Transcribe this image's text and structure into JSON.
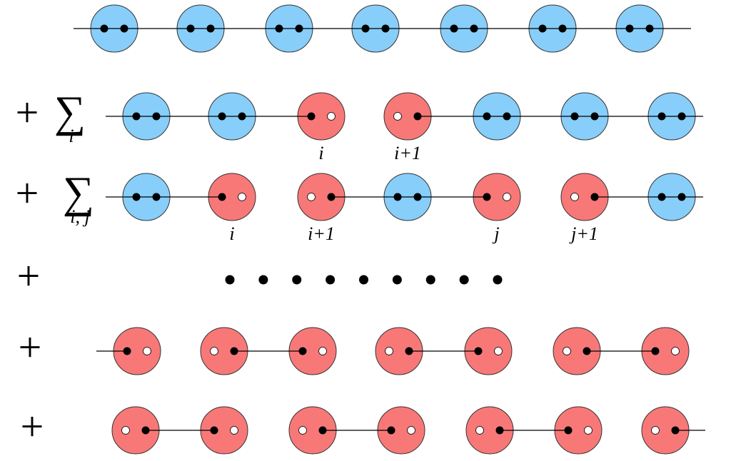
{
  "colors": {
    "blue": "#87cefa",
    "red": "#f87878",
    "outline": "#333333",
    "line": "#000000",
    "dot_filled": "#000000",
    "dot_empty": "#ffffff"
  },
  "symbols": {
    "plus": "+",
    "sum": "∑"
  },
  "rows": [
    {
      "name": "row-1",
      "prefix": "",
      "sum_index": "",
      "atoms": [
        {
          "color": "blue",
          "left": "filled",
          "right": "filled",
          "label": ""
        },
        {
          "color": "blue",
          "left": "filled",
          "right": "filled",
          "label": ""
        },
        {
          "color": "blue",
          "left": "filled",
          "right": "filled",
          "label": ""
        },
        {
          "color": "blue",
          "left": "filled",
          "right": "filled",
          "label": ""
        },
        {
          "color": "blue",
          "left": "filled",
          "right": "filled",
          "label": ""
        },
        {
          "color": "blue",
          "left": "filled",
          "right": "filled",
          "label": ""
        },
        {
          "color": "blue",
          "left": "filled",
          "right": "filled",
          "label": ""
        }
      ]
    },
    {
      "name": "row-2",
      "prefix": "+",
      "sum_index": "i",
      "atoms": [
        {
          "color": "blue",
          "left": "filled",
          "right": "filled",
          "label": ""
        },
        {
          "color": "blue",
          "left": "filled",
          "right": "filled",
          "label": ""
        },
        {
          "color": "red",
          "left": "filled",
          "right": "empty",
          "label": "i"
        },
        {
          "color": "red",
          "left": "empty",
          "right": "filled",
          "label": "i+1"
        },
        {
          "color": "blue",
          "left": "filled",
          "right": "filled",
          "label": ""
        },
        {
          "color": "blue",
          "left": "filled",
          "right": "filled",
          "label": ""
        },
        {
          "color": "blue",
          "left": "filled",
          "right": "filled",
          "label": ""
        }
      ]
    },
    {
      "name": "row-3",
      "prefix": "+",
      "sum_index": "i, j",
      "atoms": [
        {
          "color": "blue",
          "left": "filled",
          "right": "filled",
          "label": ""
        },
        {
          "color": "red",
          "left": "filled",
          "right": "empty",
          "label": "i"
        },
        {
          "color": "red",
          "left": "empty",
          "right": "filled",
          "label": "i+1"
        },
        {
          "color": "blue",
          "left": "filled",
          "right": "filled",
          "label": ""
        },
        {
          "color": "red",
          "left": "filled",
          "right": "empty",
          "label": "j"
        },
        {
          "color": "red",
          "left": "empty",
          "right": "filled",
          "label": "j+1"
        },
        {
          "color": "blue",
          "left": "filled",
          "right": "filled",
          "label": ""
        }
      ]
    },
    {
      "name": "row-4",
      "prefix": "+",
      "ellipsis_dots": 9
    },
    {
      "name": "row-5",
      "prefix": "+",
      "sum_index": "",
      "atoms": [
        {
          "color": "red",
          "left": "filled",
          "right": "empty",
          "label": ""
        },
        {
          "color": "red",
          "left": "empty",
          "right": "filled",
          "label": ""
        },
        {
          "color": "red",
          "left": "filled",
          "right": "empty",
          "label": ""
        },
        {
          "color": "red",
          "left": "empty",
          "right": "filled",
          "label": ""
        },
        {
          "color": "red",
          "left": "filled",
          "right": "empty",
          "label": ""
        },
        {
          "color": "red",
          "left": "empty",
          "right": "filled",
          "label": ""
        },
        {
          "color": "red",
          "left": "filled",
          "right": "empty",
          "label": ""
        }
      ]
    },
    {
      "name": "row-6",
      "prefix": "+",
      "sum_index": "",
      "atoms": [
        {
          "color": "red",
          "left": "empty",
          "right": "filled",
          "label": ""
        },
        {
          "color": "red",
          "left": "filled",
          "right": "empty",
          "label": ""
        },
        {
          "color": "red",
          "left": "empty",
          "right": "filled",
          "label": ""
        },
        {
          "color": "red",
          "left": "filled",
          "right": "empty",
          "label": ""
        },
        {
          "color": "red",
          "left": "empty",
          "right": "filled",
          "label": ""
        },
        {
          "color": "red",
          "left": "filled",
          "right": "empty",
          "label": ""
        },
        {
          "color": "red",
          "left": "empty",
          "right": "filled",
          "label": ""
        }
      ]
    }
  ]
}
